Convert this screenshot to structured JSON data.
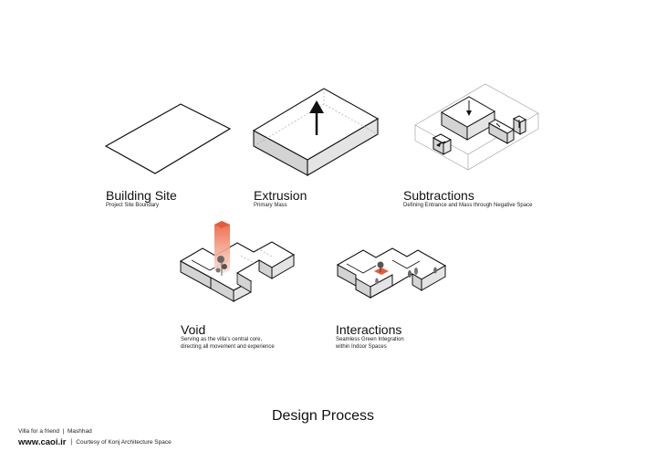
{
  "steps": [
    {
      "title": "Building Site",
      "subtitle_lines": [
        "Project Site Boundary"
      ]
    },
    {
      "title": "Extrusion",
      "subtitle_lines": [
        "Primary Mass"
      ]
    },
    {
      "title": "Subtractions",
      "subtitle_lines": [
        "Defining Entrance and Mass through Negative Space"
      ]
    },
    {
      "title": "Void",
      "subtitle_lines": [
        "Serving as the villa's central core,",
        "directing all movement and experience"
      ]
    },
    {
      "title": "Interactions",
      "subtitle_lines": [
        "Seamless Green Integration",
        "within Indoor Spaces"
      ]
    }
  ],
  "heading": "Design Process",
  "footer": {
    "project": "Villa for a friend  |  Mashhad",
    "site": "www.caoi.ir",
    "separator": "|",
    "credit": "Courtesy of Konj Architecture Space"
  },
  "colors": {
    "line": "#111111",
    "top": "#ffffff",
    "left_face": "#d3d3d3",
    "right_face": "#e4e4e4",
    "void_accent": "#e8593a",
    "void_glow": "#f6b39f",
    "hidden_line": "#9a9a9a"
  }
}
